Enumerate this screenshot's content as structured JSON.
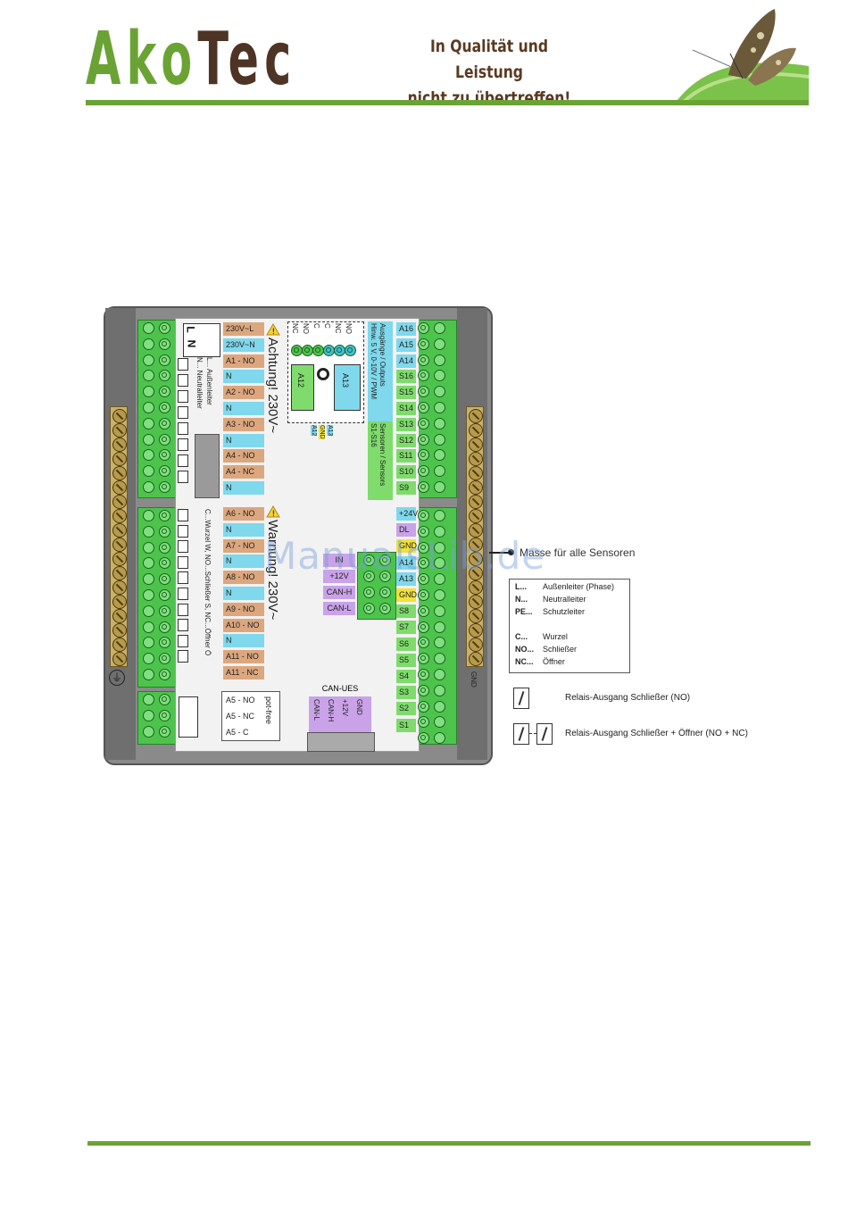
{
  "header": {
    "logo_part1": "Ako",
    "logo_part2": "T",
    "logo_part3": "ec",
    "slogan_line1": "In Qualität und Leistung",
    "slogan_line2": "nicht zu übertreffen!"
  },
  "diagram": {
    "left_top_labels": [
      "230V~L",
      "230V~N",
      "A1 - NO",
      "N",
      "A2 - NO",
      "N",
      "A3 - NO",
      "N",
      "A4 - NO",
      "A4 - NC",
      "N"
    ],
    "left_top_colors": [
      "brown",
      "cyan",
      "brown",
      "cyan",
      "brown",
      "cyan",
      "brown",
      "cyan",
      "brown",
      "brown",
      "cyan"
    ],
    "left_bottom_labels": [
      "A6 - NO",
      "N",
      "A7 - NO",
      "N",
      "A8 - NO",
      "N",
      "A9 - NO",
      "A10 - NO",
      "N",
      "A11 - NO",
      "A11 - NC"
    ],
    "left_bottom_colors": [
      "brown",
      "cyan",
      "brown",
      "cyan",
      "brown",
      "cyan",
      "brown",
      "brown",
      "cyan",
      "brown",
      "brown"
    ],
    "right_top_labels": [
      "A16",
      "A15",
      "A14",
      "S16",
      "S15",
      "S14",
      "S13",
      "S12",
      "S11",
      "S10",
      "S9"
    ],
    "right_top_colors": [
      "cyan",
      "cyan",
      "cyan",
      "green",
      "green",
      "green",
      "green",
      "green",
      "green",
      "green",
      "green"
    ],
    "right_bottom_labels": [
      "+24V",
      "DL",
      "GND",
      "A14",
      "A13",
      "GND",
      "S8",
      "S7",
      "S6",
      "S5",
      "S4",
      "S3",
      "S2",
      "S1"
    ],
    "right_bottom_colors": [
      "cyan",
      "violet",
      "yellow",
      "cyan",
      "cyan",
      "yellow",
      "green",
      "green",
      "green",
      "green",
      "green",
      "green",
      "green",
      "green"
    ],
    "pot_free_labels": [
      "A5 - NO",
      "A5 - NC",
      "A5 - C"
    ],
    "pot_free_title": "pot-free",
    "ln_L": "L",
    "ln_N": "N",
    "ln_desc1": "L... Außenleiter",
    "ln_desc2": "N... Neutralleiter",
    "warning1": "Achtung! 230V~",
    "warning2": "Warnung! 230V~",
    "relay_desc": "C...Wurzel W, NO...Schließer S, NC...Öffner Ö",
    "top_connector_labels": [
      "NC",
      "NO",
      "C",
      "C",
      "NC",
      "NO"
    ],
    "outputs_title": "Ausgänge / Outputs",
    "outputs_sub": "Hinw. 5 V, 0-10V / PWM",
    "sensors_title": "Sensoren / Sensors",
    "sensors_sub": "S1-S16",
    "a12": "A12",
    "a13": "A13",
    "mini_labels": [
      "A12",
      "GND",
      "A13"
    ],
    "can_labels": [
      "IN",
      "+12V",
      "CAN-H",
      "CAN-L"
    ],
    "can_ues_title": "CAN-UES",
    "can_ues_labels": [
      "CAN-L",
      "CAN-H",
      "+12V",
      "GND"
    ],
    "gnd_side": "GND"
  },
  "legend": {
    "title": "Masse für alle Sensoren",
    "items": [
      {
        "key": "L...",
        "text": "Außenleiter (Phase)"
      },
      {
        "key": "N...",
        "text": "Neutralleiter"
      },
      {
        "key": "PE...",
        "text": "Schutzleiter"
      },
      {
        "key": "C...",
        "text": "Wurzel"
      },
      {
        "key": "NO...",
        "text": "Schließer"
      },
      {
        "key": "NC...",
        "text": "Öffner"
      }
    ],
    "relay_no": "Relais-Ausgang Schließer (NO)",
    "relay_nonc": "Relais-Ausgang Schließer + Öffner (NO + NC)"
  },
  "watermark": "ManualsLib.de"
}
